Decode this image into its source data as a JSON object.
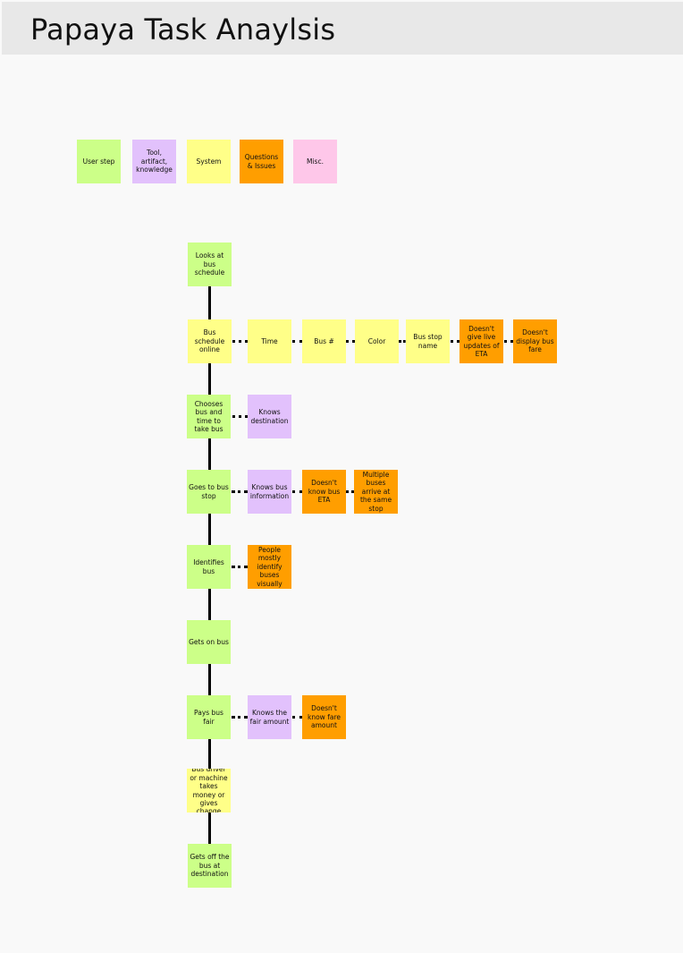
{
  "header": {
    "title": "Papaya Task Anaylsis"
  },
  "legend": [
    {
      "label": "User step",
      "color": "#ccff88"
    },
    {
      "label": "Tool, artifact, knowledge",
      "color": "#e2c1fc"
    },
    {
      "label": "System",
      "color": "#ffff88"
    },
    {
      "label": "Questions & Issues",
      "color": "#ff9e00"
    },
    {
      "label": "Misc.",
      "color": "#fec7e9"
    }
  ],
  "steps": [
    {
      "label": "Looks at bus schedule"
    },
    {
      "label": "Bus schedule online",
      "details": [
        "Time",
        "Bus #",
        "Color",
        "Bus stop name",
        "Doesn't give live updates of ETA",
        "Doesn't display bus fare"
      ]
    },
    {
      "label": "Chooses bus and time to take bus",
      "details": [
        "Knows destination"
      ]
    },
    {
      "label": "Goes to bus stop",
      "details": [
        "Knows bus information",
        "Doesn't know bus ETA",
        "Multiple buses arrive at the same stop"
      ]
    },
    {
      "label": "Identifies bus",
      "details": [
        "People mostly identify buses visually"
      ]
    },
    {
      "label": "Gets on bus"
    },
    {
      "label": "Pays bus fair",
      "details": [
        "Knows the fair amount",
        "Doesn't know fare amount"
      ]
    },
    {
      "label": "Bus driver or machine takes money or gives change"
    },
    {
      "label": "Gets off the bus at destination"
    }
  ]
}
